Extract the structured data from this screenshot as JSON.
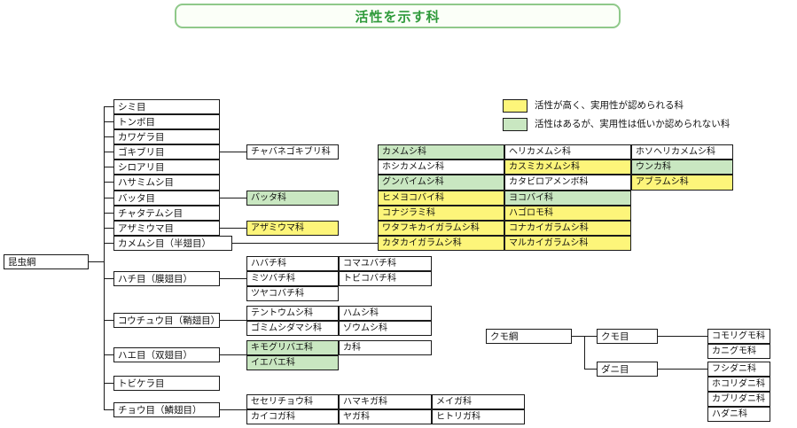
{
  "title": "活性を示す科",
  "legend": {
    "yellow": "活性が高く、実用性が認められる科",
    "green": "活性はあるが、実用性は低いか認められない科"
  },
  "colors": {
    "high_activity": "#fdf57a",
    "some_activity": "#c9e7c1",
    "title_green": "#2f9a3b"
  },
  "root": "昆虫綱",
  "orders": [
    "シミ目",
    "トンボ目",
    "カワゲラ目",
    "ゴキブリ目",
    "シロアリ目",
    "ハサミムシ目",
    "バッタ目",
    "チャタテムシ目",
    "アザミウマ目",
    "カメムシ目（半翅目）",
    "ハチ目（膜翅目）",
    "コウチュウ目（鞘翅目）",
    "ハエ目（双翅目）",
    "トビケラ目",
    "チョウ目（鱗翅目）"
  ],
  "families": {
    "cockroach": [
      "チャバネゴキブリ科"
    ],
    "grasshopper": [
      "バッタ科"
    ],
    "thrips": [
      "アザミウマ科"
    ],
    "hemiptera": [
      [
        "カメムシ科",
        "ヘリカメムシ科",
        "ホソヘリカメムシ科"
      ],
      [
        "ホシカメムシ科",
        "カスミカメムシ科",
        "ウンカ科"
      ],
      [
        "グンバイムシ科",
        "カタビロアメンボ科",
        "アブラムシ科"
      ],
      [
        "ヒメヨコバイ科",
        "ヨコバイ科"
      ],
      [
        "コナジラミ科",
        "ハゴロモ科"
      ],
      [
        "ワタフキカイガラムシ科",
        "コナカイガラムシ科"
      ],
      [
        "カタカイガラムシ科",
        "マルカイガラムシ科"
      ]
    ],
    "hymenoptera": [
      [
        "ハバチ科",
        "コマユバチ科"
      ],
      [
        "ミツバチ科",
        "トビコバチ科"
      ],
      [
        "ツヤコバチ科"
      ]
    ],
    "coleoptera": [
      [
        "テントウムシ科",
        "ハムシ科"
      ],
      [
        "ゴミムシダマシ科",
        "ゾウムシ科"
      ]
    ],
    "diptera": [
      [
        "キモグリバエ科",
        "カ科"
      ],
      [
        "イエバエ科"
      ]
    ],
    "lepidoptera": [
      [
        "セセリチョウ科",
        "ハマキガ科",
        "メイガ科"
      ],
      [
        "カイコガ科",
        "ヤガ科",
        "ヒトリガ科"
      ]
    ]
  },
  "arachnida": {
    "root": "クモ綱",
    "spiders": {
      "order": "クモ目",
      "families": [
        "コモリグモ科",
        "カニグモ科"
      ]
    },
    "mites": {
      "order": "ダニ目",
      "families": [
        "フシダニ科",
        "ホコリダニ科",
        "カブリダニ科",
        "ハダニ科"
      ]
    }
  }
}
